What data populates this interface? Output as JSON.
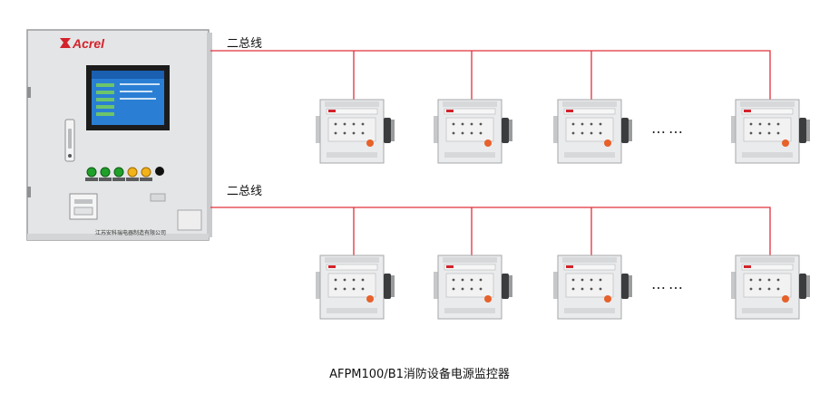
{
  "cabinet": {
    "brand": "Acrel",
    "company": "江苏安科瑞电器制造有限公司"
  },
  "buses": [
    {
      "label": "二总线"
    },
    {
      "label": "二总线"
    }
  ],
  "ellipsis": "……",
  "caption": "AFPM100/B1消防设备电源监控器",
  "colors": {
    "bus_line": "#e0303a",
    "cabinet_body": "#e4e5e6",
    "cabinet_edge": "#9a9c9e",
    "brand_red": "#d3232b",
    "screen": "#2a7fd4",
    "led_green": "#1fa02a",
    "led_yellow": "#f2b21a",
    "led_black": "#111111",
    "module_body": "#eaebec",
    "module_badge": "#e7612a"
  }
}
